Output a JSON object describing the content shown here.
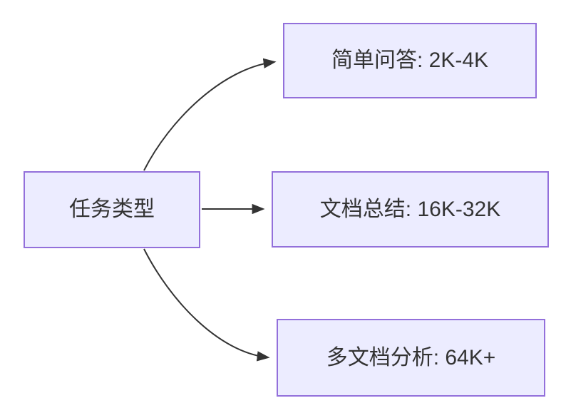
{
  "diagram": {
    "type": "flowchart",
    "direction": "left-to-right",
    "root": {
      "label": "任务类型"
    },
    "branches": [
      {
        "label": "简单问答: 2K-4K"
      },
      {
        "label": "文档总结: 16K-32K"
      },
      {
        "label": "多文档分析: 64K+"
      }
    ],
    "edges": [
      {
        "from": "任务类型",
        "to": "简单问答: 2K-4K"
      },
      {
        "from": "任务类型",
        "to": "文档总结: 16K-32K"
      },
      {
        "from": "任务类型",
        "to": "多文档分析: 64K+"
      }
    ],
    "colors": {
      "node_fill": "#ECECFF",
      "node_border": "#9370DB",
      "arrow": "#333333",
      "text": "#333333",
      "background": "#ffffff"
    }
  }
}
